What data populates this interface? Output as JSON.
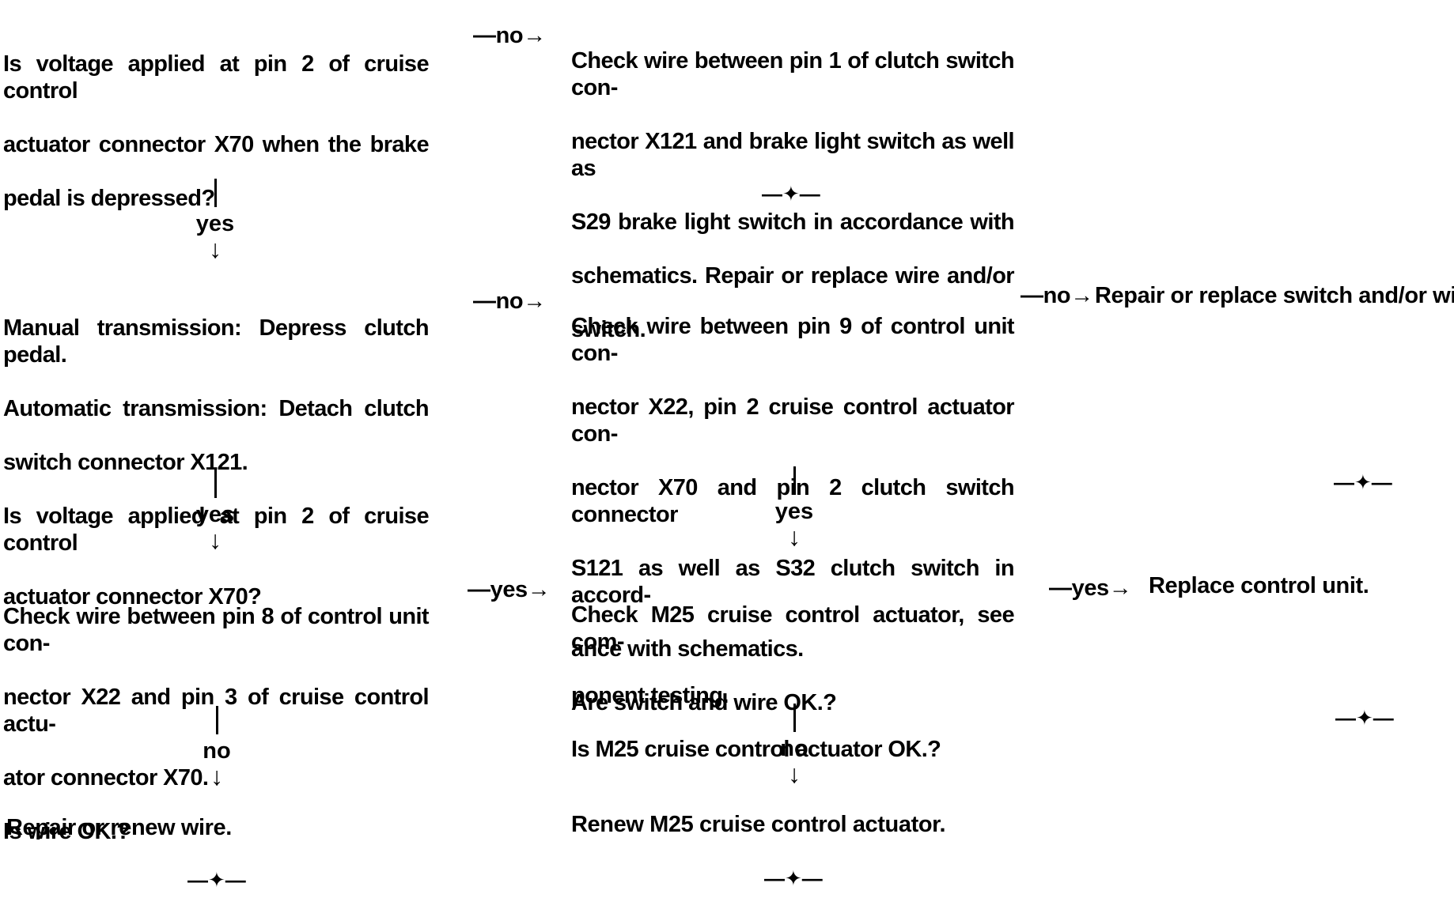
{
  "steps": {
    "s1": {
      "lines": [
        "Is voltage applied at pin 2 of cruise control",
        "actuator connector X70 when the brake",
        "pedal is depressed?"
      ]
    },
    "s1_no": {
      "lines": [
        "Check wire between pin 1 of clutch switch con-",
        "nector X121 and brake light switch as well as",
        "S29 brake light switch in accordance with",
        "schematics. Repair or replace wire and/or",
        "switch."
      ]
    },
    "s2": {
      "lines": [
        "Manual transmission: Depress clutch pedal.",
        "Automatic transmission: Detach clutch",
        "switch connector X121.",
        "Is voltage applied at pin 2 of cruise control",
        "actuator connector X70?"
      ]
    },
    "s2_no": {
      "lines": [
        "Check wire between pin 9 of control unit con-",
        "nector X22, pin 2 cruise control actuator con-",
        "nector X70 and pin 2 clutch switch connector",
        "S121 as well as S32 clutch switch in accord-",
        "ance with schematics.",
        "Are switch and wire OK.?"
      ]
    },
    "s2_no_no": {
      "text": "Repair or replace switch and/or wire."
    },
    "s3": {
      "lines": [
        "Check wire between pin 8 of control unit con-",
        "nector X22 and pin 3 of cruise control actu-",
        "ator connector X70.",
        "Is wire OK.?"
      ]
    },
    "s3_yes": {
      "lines": [
        "Check M25 cruise control actuator, see com-",
        "ponent testing.",
        "Is M25 cruise control actuator OK.?"
      ]
    },
    "s3_yes_yes": {
      "text": "Replace control unit."
    },
    "s3_no": {
      "text": "Repair or renew wire."
    },
    "s3_yes_no": {
      "text": "Renew M25 cruise control actuator."
    }
  },
  "arrows": {
    "a1_no": "—no→",
    "a2_no": "—no→",
    "a2b_no": "—no→",
    "a3_yes": "—yes→",
    "a3b_yes": "—yes→",
    "d1": "yes",
    "d2": "yes",
    "d2b": "yes",
    "d3": "no",
    "d3b": "no",
    "down_head": "↓"
  },
  "end_marker": "—✦—"
}
